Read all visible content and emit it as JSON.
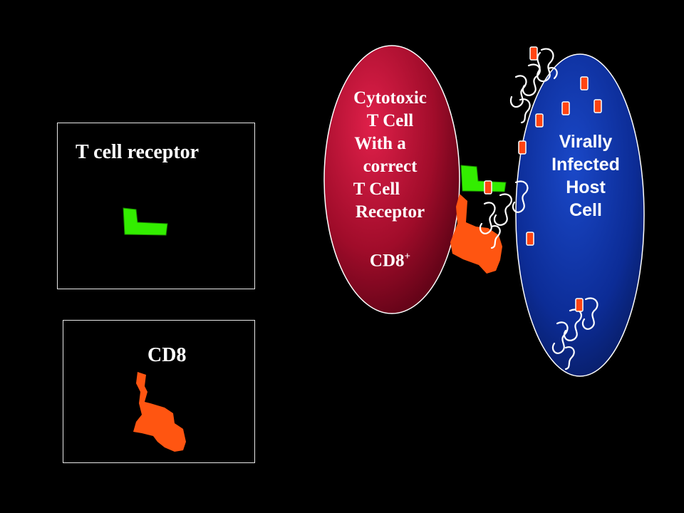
{
  "colors": {
    "background": "#000000",
    "tcr": "#33ee00",
    "cd8": "#ff5511",
    "tcell_fill": "#b01030",
    "host_fill": "#0a2a8a",
    "antigen": "#ff4411"
  },
  "legend": {
    "tcr_label": "T cell receptor",
    "cd8_label": "CD8"
  },
  "tcell": {
    "lines": [
      "Cytotoxic",
      "T Cell",
      "With a",
      "correct",
      "T Cell",
      "Receptor"
    ],
    "cd8_base": "CD8",
    "cd8_sup": "+"
  },
  "host": {
    "lines": [
      "Virally",
      "Infected",
      "Host",
      "Cell"
    ]
  },
  "icons": {
    "tcr": "tcr-shape-icon",
    "cd8": "cd8-shape-icon",
    "virus": "virus-squiggle-icon",
    "antigen": "antigen-marker-icon"
  }
}
